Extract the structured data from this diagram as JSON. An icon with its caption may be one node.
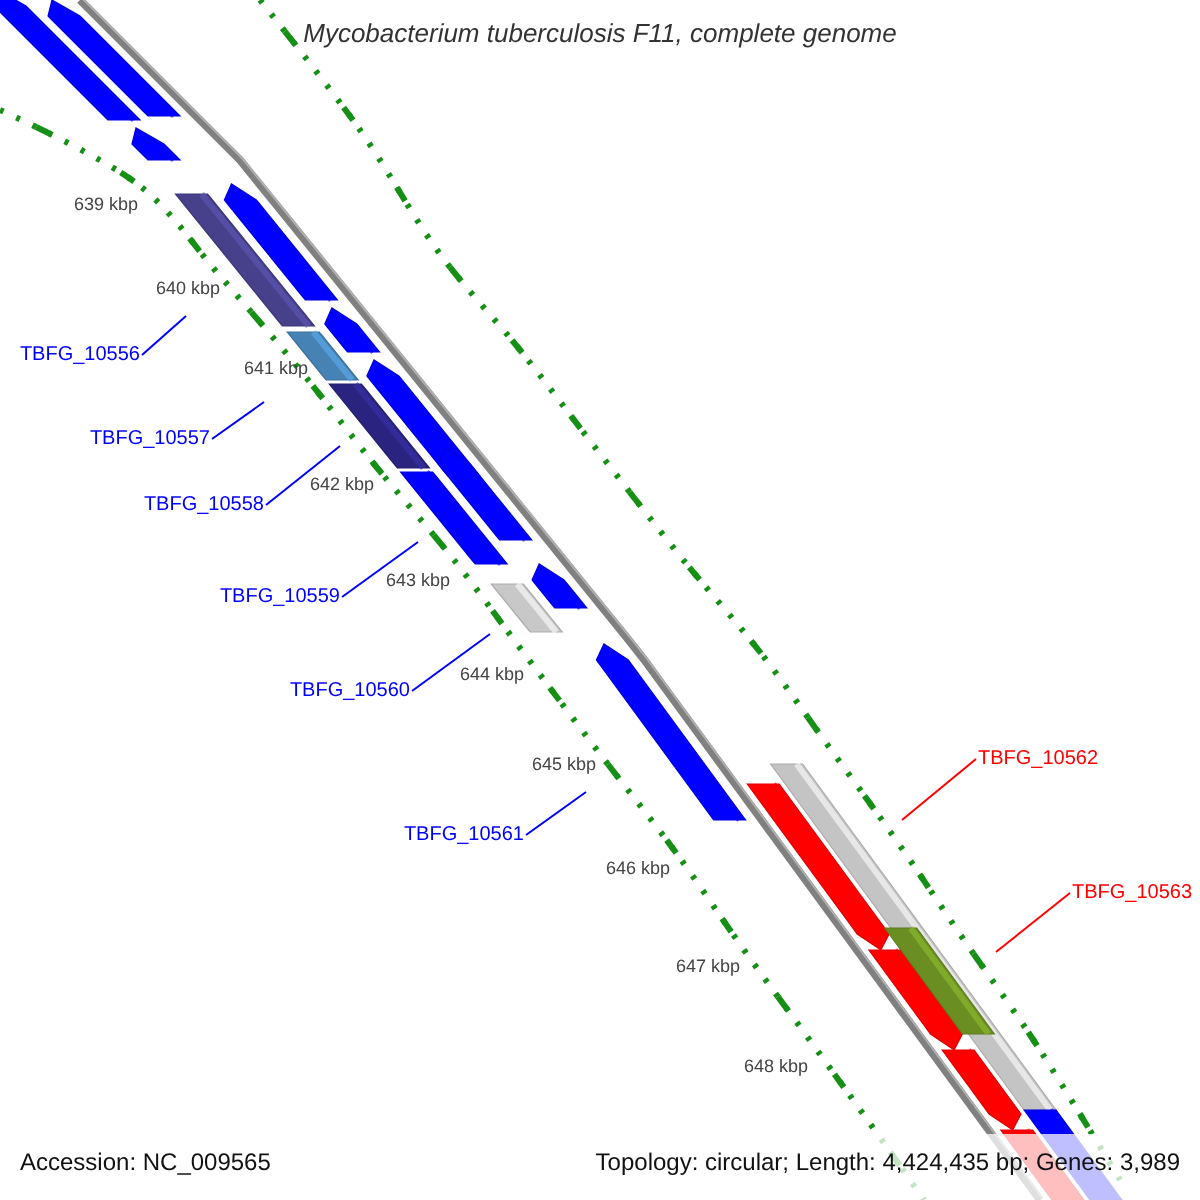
{
  "diagram": {
    "title": "Mycobacterium tuberculosis F11, complete genome",
    "nodes": [
      {
        "text": [
          "TBFG_10556"
        ]
      },
      {
        "text": [
          "TBFG_10557"
        ]
      },
      {
        "text": [
          "TBFG_10558"
        ]
      },
      {
        "text": [
          "TBFG_10559"
        ]
      },
      {
        "text": [
          "TBFG_10560"
        ]
      },
      {
        "text": [
          "TBFG_10561"
        ]
      },
      {
        "text": [
          "TBFG_10562"
        ]
      },
      {
        "text": [
          "TBFG_10563"
        ]
      }
    ],
    "edges": [
      {
        "from": 0,
        "to": null,
        "arrow": "none"
      },
      {
        "from": 1,
        "to": null,
        "arrow": "none"
      },
      {
        "from": 2,
        "to": null,
        "arrow": "none"
      },
      {
        "from": 3,
        "to": null,
        "arrow": "none"
      },
      {
        "from": 4,
        "to": null,
        "arrow": "none"
      },
      {
        "from": 5,
        "to": null,
        "arrow": "none"
      },
      {
        "from": 6,
        "to": null,
        "arrow": "none",
        "color": "#ff0000"
      },
      {
        "from": 7,
        "to": null,
        "arrow": "none",
        "color": "#ff0000"
      }
    ],
    "labels": [
      "639 kbp",
      "640 kbp",
      "641 kbp",
      "642 kbp",
      "643 kbp",
      "644 kbp",
      "645 kbp",
      "646 kbp",
      "647 kbp",
      "648 kbp",
      "Accession: NC_009565",
      "Topology: circular; Length: 4,424,435 bp; Genes: 3,989"
    ]
  }
}
